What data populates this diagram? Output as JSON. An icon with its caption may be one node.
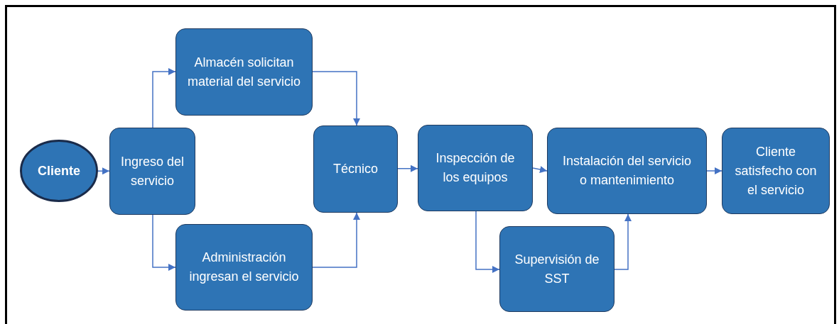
{
  "diagram": {
    "nodes": [
      {
        "text": [
          "Cliente"
        ]
      },
      {
        "text": [
          "Ingreso del servicio"
        ]
      },
      {
        "text": [
          "Almacén solicitan material del servicio"
        ]
      },
      {
        "text": [
          "Administración ingresan el servicio"
        ]
      },
      {
        "text": [
          "Técnico"
        ]
      },
      {
        "text": [
          "Inspección de los equipos"
        ]
      },
      {
        "text": [
          "Supervisión de SST"
        ]
      },
      {
        "text": [
          "Instalación del servicio o mantenimiento"
        ]
      },
      {
        "text": [
          "Cliente satisfecho con el servicio"
        ]
      }
    ],
    "edges": [
      {
        "from": 0,
        "to": 1,
        "arrow": "to"
      },
      {
        "from": 1,
        "to": 2,
        "arrow": "to"
      },
      {
        "from": 1,
        "to": 3,
        "arrow": "to"
      },
      {
        "from": 2,
        "to": 4,
        "arrow": "to"
      },
      {
        "from": 3,
        "to": 4,
        "arrow": "to"
      },
      {
        "from": 4,
        "to": 5,
        "arrow": "to"
      },
      {
        "from": 5,
        "to": 7,
        "arrow": "to"
      },
      {
        "from": 5,
        "to": 6,
        "arrow": "to"
      },
      {
        "from": 6,
        "to": 7,
        "arrow": "to"
      },
      {
        "from": 7,
        "to": 8,
        "arrow": "to"
      }
    ]
  }
}
